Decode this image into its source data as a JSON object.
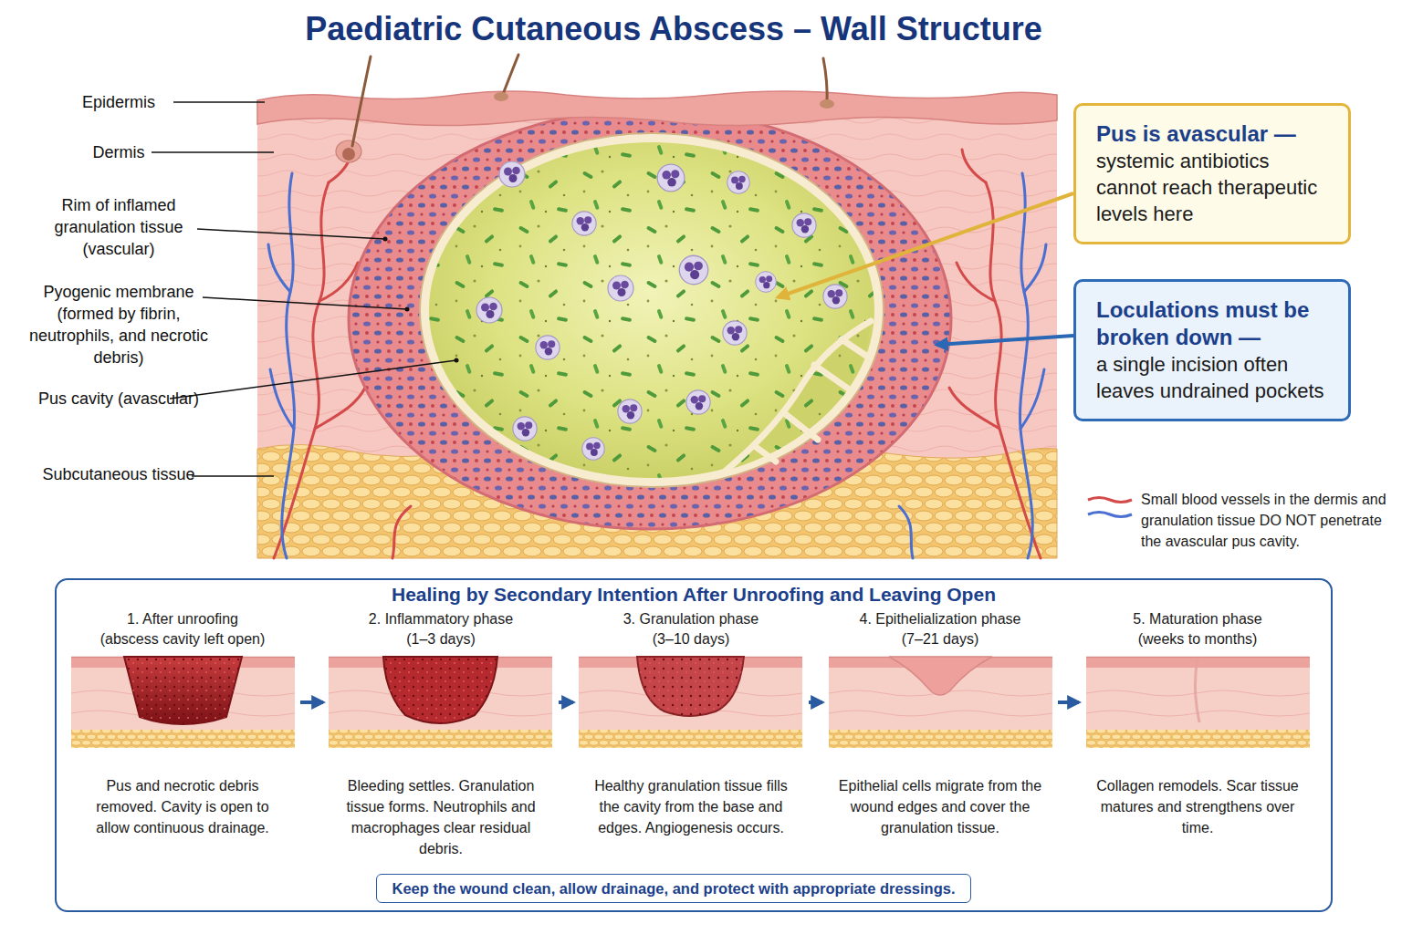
{
  "diagram": {
    "title": "Paediatric Cutaneous Abscess – Wall Structure",
    "nodes": [
      {
        "text": [
          "Pus is avascular —",
          "systemic antibiotics cannot reach therapeutic levels here"
        ]
      },
      {
        "text": [
          "Loculations must be broken down —",
          "a single incision often leaves undrained pockets"
        ]
      },
      {
        "text": [
          "Healing by Secondary Intention After Unroofing and Leaving Open"
        ]
      },
      {
        "text": [
          "1. After unroofing (abscess cavity left open)",
          "Pus and necrotic debris removed. Cavity is open to allow continuous drainage."
        ],
        "in": 2
      },
      {
        "text": [
          "2. Inflammatory phase (1–3 days)",
          "Bleeding settles. Granulation tissue forms. Neutrophils and macrophages clear residual debris."
        ],
        "in": 2
      },
      {
        "text": [
          "3. Granulation phase (3–10 days)",
          "Healthy granulation tissue fills the cavity from the base and edges. Angiogenesis occurs."
        ],
        "in": 2
      },
      {
        "text": [
          "4. Epithelialization phase (7–21 days)",
          "Epithelial cells migrate from the wound edges and cover the granulation tissue."
        ],
        "in": 2
      },
      {
        "text": [
          "5. Maturation phase (weeks to months)",
          "Collagen remodels. Scar tissue matures and strengthens over time."
        ],
        "in": 2
      },
      {
        "text": [
          "Keep the wound clean, allow drainage, and protect with appropriate dressings."
        ],
        "in": 2
      }
    ],
    "edges": [
      {
        "from": 3,
        "to": 4,
        "arrow": "to"
      },
      {
        "from": 4,
        "to": 5,
        "arrow": "to"
      },
      {
        "from": 5,
        "to": 6,
        "arrow": "to"
      },
      {
        "from": 6,
        "to": 7,
        "arrow": "to"
      }
    ],
    "labels": [
      "Epidermis",
      "Dermis",
      "Rim of inflamed granulation tissue (vascular)",
      "Pyogenic membrane (formed by fibrin, neutrophils, and necrotic debris)",
      "Pus cavity (avascular)",
      "Subcutaneous tissue"
    ],
    "legend": [
      {
        "text": "Small blood vessels in the dermis and granulation tissue DO NOT penetrate the avascular pus cavity."
      }
    ]
  }
}
